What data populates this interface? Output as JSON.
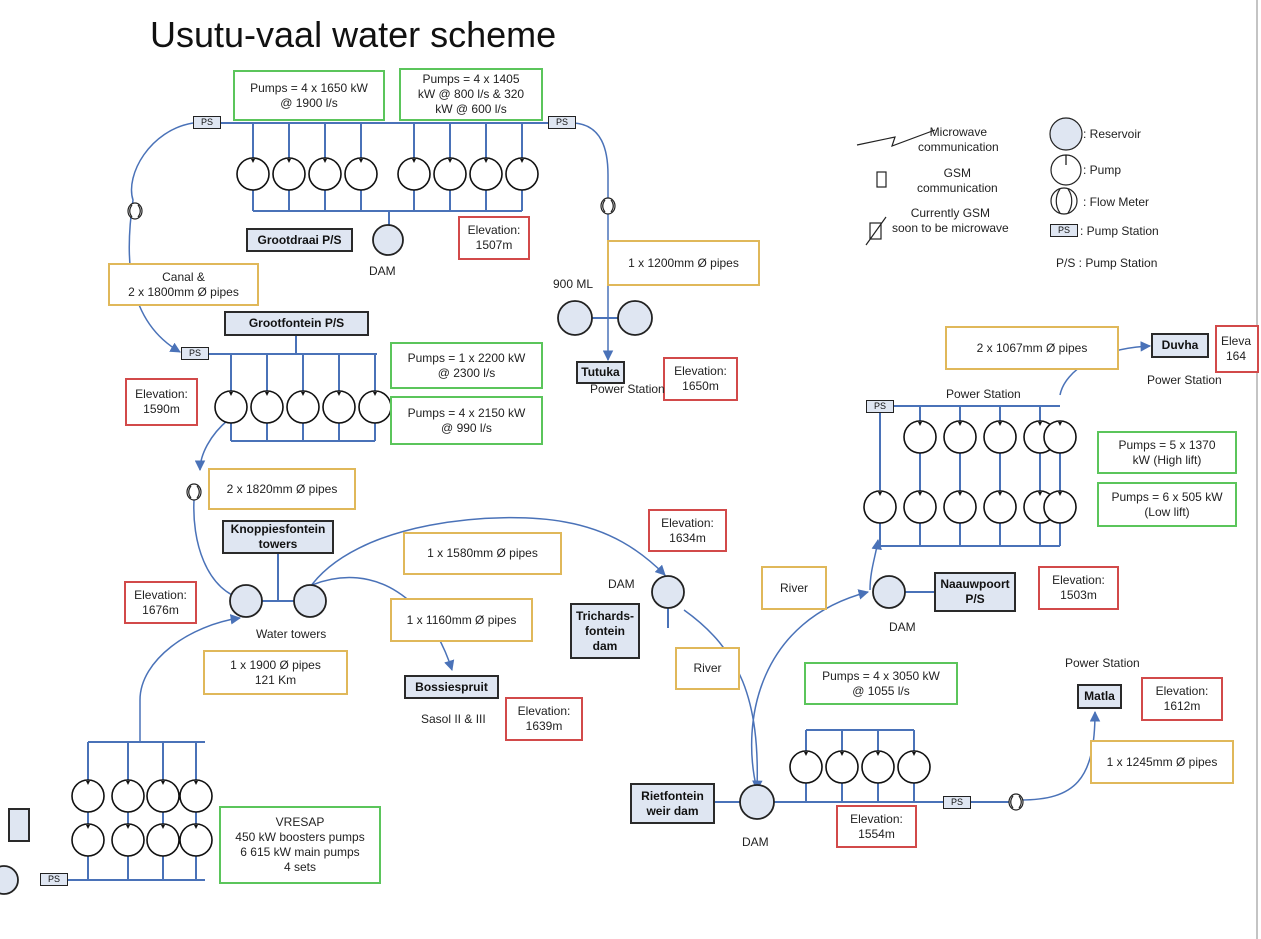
{
  "title": "Usutu-vaal water scheme",
  "legend": {
    "microwave": "Microwave\ncommunication",
    "reservoir": ": Reservoir",
    "pump": ": Pump",
    "gsm": "GSM\ncommunication",
    "flow_meter": ": Flow Meter",
    "gsm_microwave": "Currently GSM\nsoon to be microwave",
    "pump_station_icon": "PS",
    "pump_station": ": Pump Station",
    "ps_abbrev": "P/S : Pump Station"
  },
  "notes": {
    "pumps_gd_left": "Pumps = 4 x 1650 kW\n@ 1900 l/s",
    "pumps_gd_right": "Pumps = 4 x 1405\nkW @ 800 l/s & 320\nkW @ 600 l/s",
    "elev_1507": "Elevation:\n1507m",
    "pipes_1200": "1 x 1200mm Ø pipes",
    "canal": "Canal &\n2 x 1800mm Ø pipes",
    "pumps_gf_1": "Pumps = 1 x 2200 kW\n@ 2300 l/s",
    "pumps_gf_2": "Pumps = 4 x 2150 kW\n@ 990 l/s",
    "elev_1590": "Elevation:\n1590m",
    "elev_1650": "Elevation:\n1650m",
    "pipes_1820": "2 x 1820mm Ø pipes",
    "pipes_1067": "2 x 1067mm Ø pipes",
    "elev_duvha": "Eleva\n164",
    "pumps_high": "Pumps = 5 x 1370\nkW (High lift)",
    "pumps_low": "Pumps = 6 x 505 kW\n(Low lift)",
    "elev_1634": "Elevation:\n1634m",
    "pipes_1580": "1 x 1580mm Ø pipes",
    "elev_1676": "Elevation:\n1676m",
    "pipes_1160": "1 x 1160mm Ø pipes",
    "river_1": "River",
    "elev_1503": "Elevation:\n1503m",
    "pipes_1900": "1 x 1900 Ø pipes\n121 Km",
    "elev_1639": "Elevation:\n1639m",
    "river_2": "River",
    "pumps_rf": "Pumps = 4 x 3050 kW\n@ 1055 l/s",
    "elev_1612": "Elevation:\n1612m",
    "pipes_1245": "1 x 1245mm Ø pipes",
    "elev_1554": "Elevation:\n1554m",
    "vresap": "VRESAP\n450 kW boosters pumps\n6 615 kW main pumps\n4 sets"
  },
  "stations": {
    "grootdraai": "Grootdraai P/S",
    "grootfontein": "Grootfontein P/S",
    "tutuka": "Tutuka",
    "duvha": "Duvha",
    "knoppiesfontein": "Knoppiesfontein\ntowers",
    "trichardsfontein": "Trichards-\nfontein\ndam",
    "naauwpoort": "Naauwpoort\nP/S",
    "bossiespruit": "Bossiespruit",
    "matla": "Matla",
    "rietfontein": "Rietfontein\nweir dam"
  },
  "labels": {
    "dam_grootdraai": "DAM",
    "ml_900": "900 ML",
    "power_station_tutuka": "Power Station",
    "power_station_duvha": "Power Station",
    "power_station_top": "Power Station",
    "water_towers": "Water towers",
    "dam_trichards": "DAM",
    "dam_naauwpoort": "DAM",
    "sasol": "Sasol II & III",
    "power_station_matla": "Power Station",
    "dam_rietfontein": "DAM"
  },
  "ps_tags": {
    "ps1": "PS",
    "ps2": "PS",
    "ps3": "PS",
    "ps4": "PS",
    "ps5": "PS",
    "ps6": "PS"
  }
}
